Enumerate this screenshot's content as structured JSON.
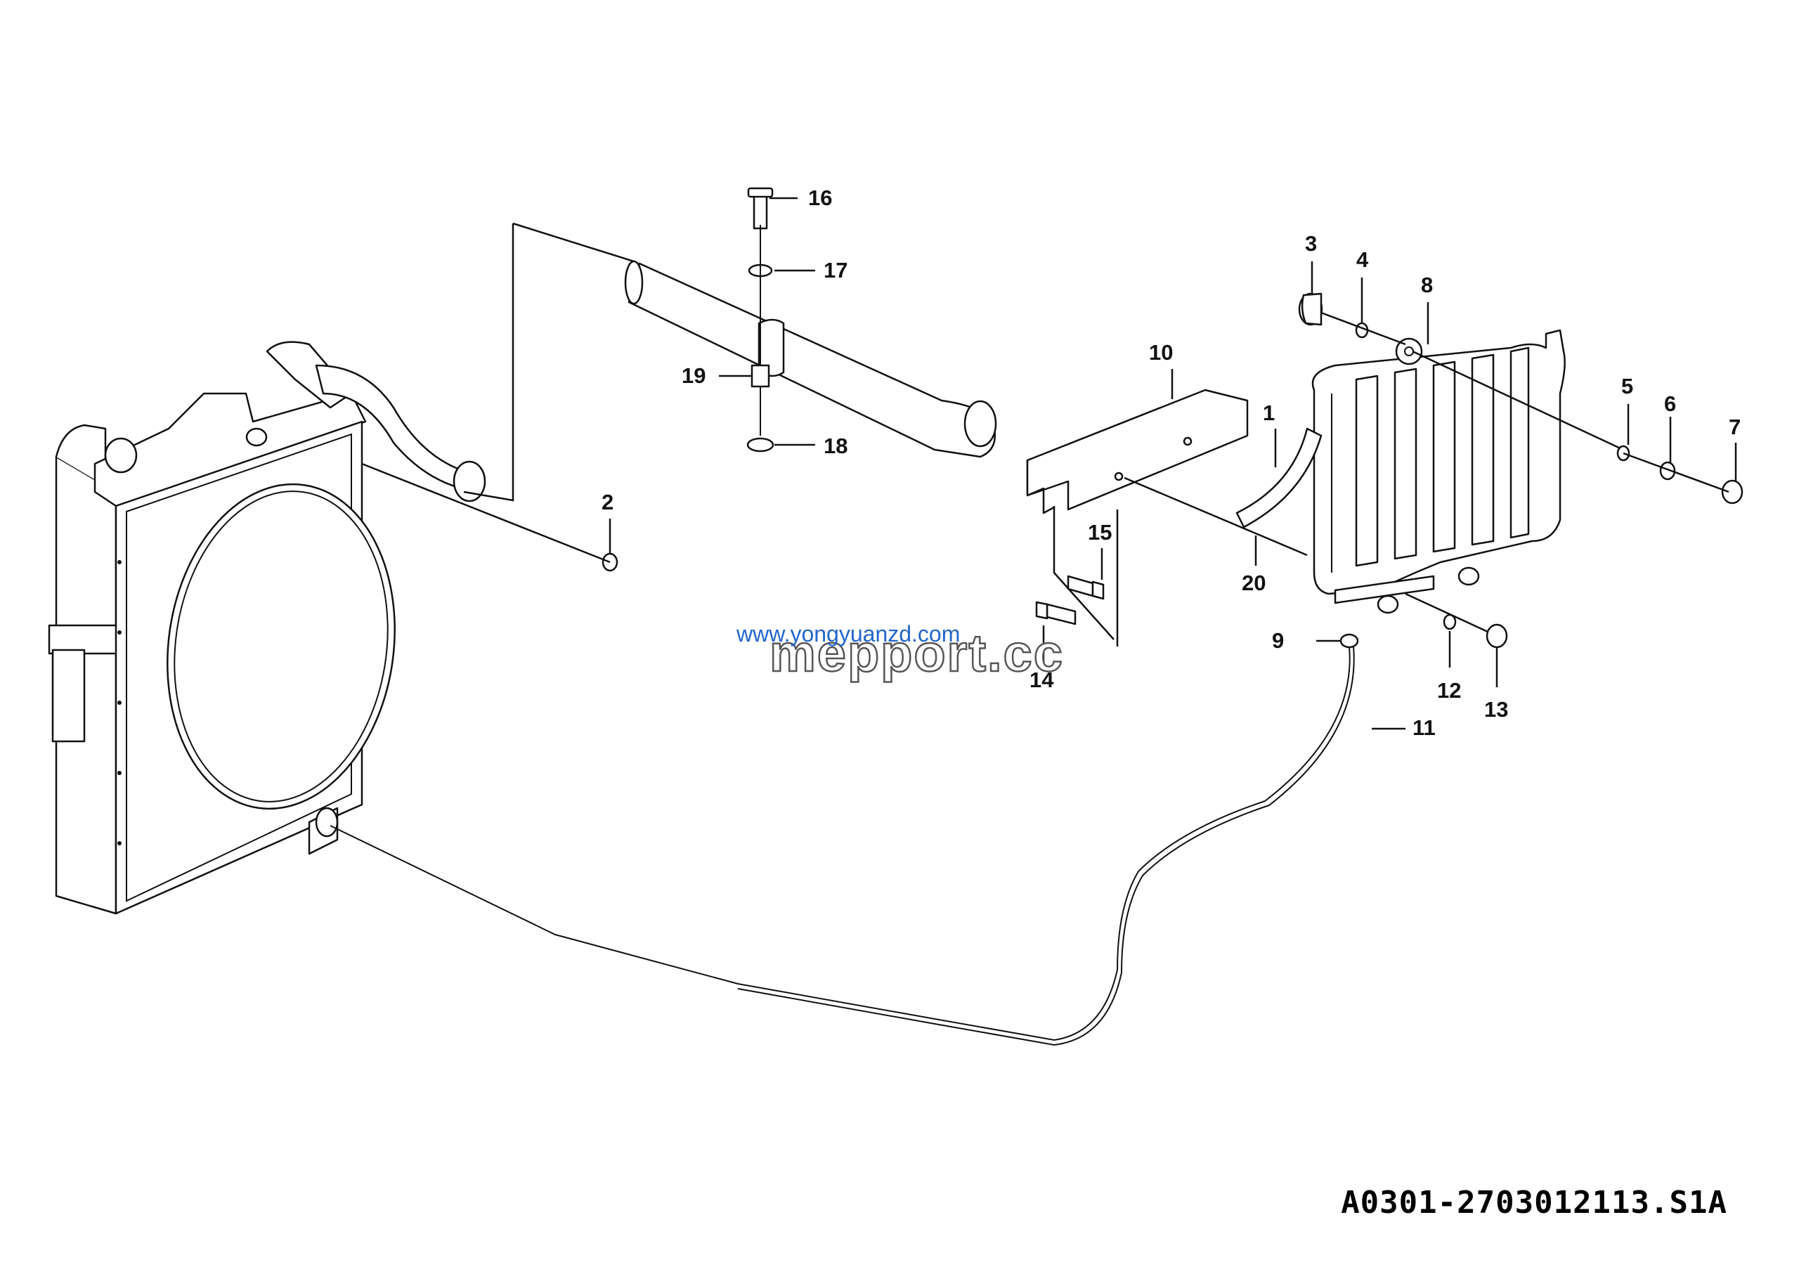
{
  "callouts": {
    "c1": "1",
    "c2": "2",
    "c3": "3",
    "c4": "4",
    "c5": "5",
    "c6": "6",
    "c7": "7",
    "c8": "8",
    "c9": "9",
    "c10": "10",
    "c11": "11",
    "c12": "12",
    "c13": "13",
    "c14": "14",
    "c15": "15",
    "c16": "16",
    "c17": "17",
    "c18": "18",
    "c19": "19",
    "c20": "20"
  },
  "drawing_id": "A0301-2703012113.S1A",
  "watermark": {
    "url": "www.yongyuanzd.com",
    "logo": "mepport.cc"
  }
}
